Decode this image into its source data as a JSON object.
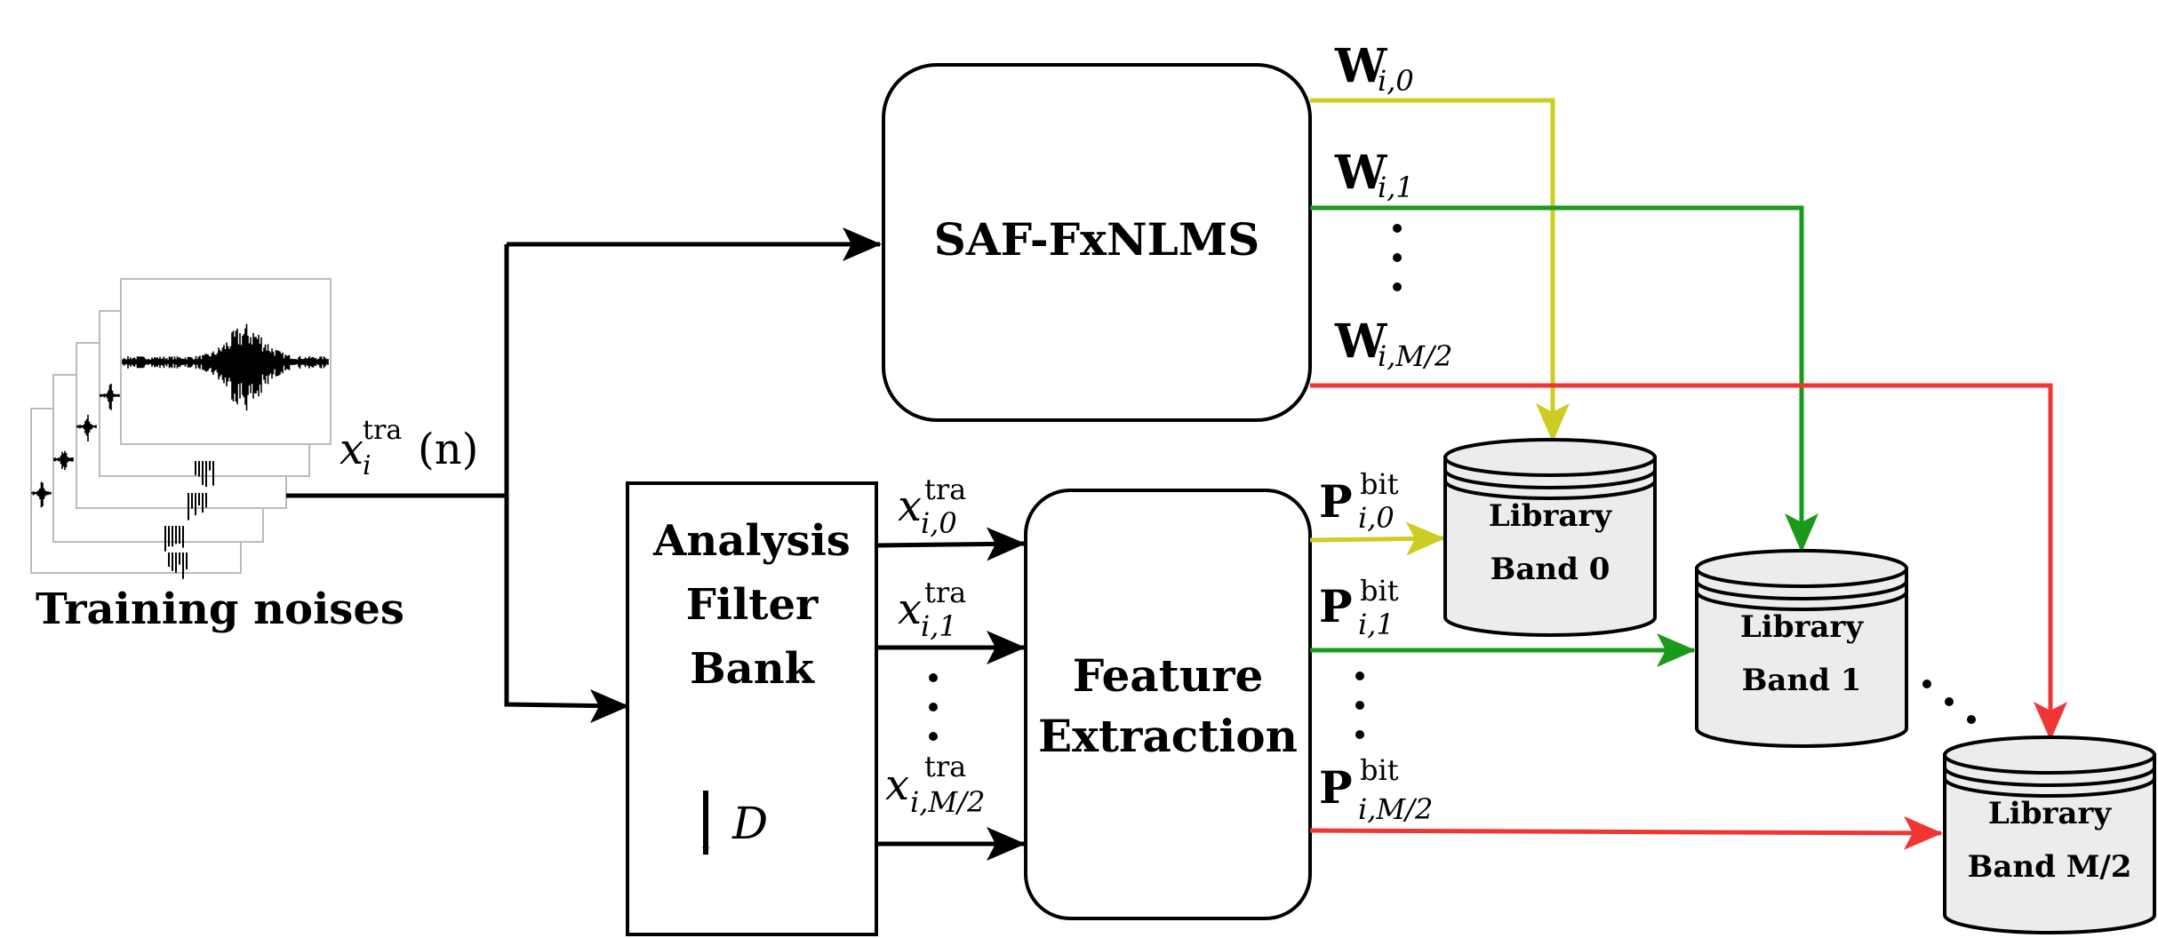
{
  "colors": {
    "black": "#000000",
    "yellow": "#cccc22",
    "green": "#1a9a1a",
    "red": "#f03535",
    "db_fill": "#ececec"
  },
  "inputs": {
    "training_label": "Training noises",
    "signal_main": "x",
    "signal_sup": "tra",
    "signal_sub": "i",
    "signal_arg": "(n)"
  },
  "blocks": {
    "saf_label": "SAF-FxNLMS",
    "afb_line1": "Analysis",
    "afb_line2": "Filter",
    "afb_line3": "Bank",
    "afb_downsample_var": "D",
    "fe_line1": "Feature",
    "fe_line2": "Extraction"
  },
  "weights": [
    {
      "base": "W",
      "sub": "i,0"
    },
    {
      "base": "W",
      "sub": "i,1"
    },
    {
      "base": "W",
      "sub": "i,M/2"
    }
  ],
  "subbands": [
    {
      "base": "x",
      "sup": "tra",
      "sub": "i,0"
    },
    {
      "base": "x",
      "sup": "tra",
      "sub": "i,1"
    },
    {
      "base": "x",
      "sup": "tra",
      "sub": "i,M/2"
    }
  ],
  "features": [
    {
      "base": "P",
      "sup": "bit",
      "sub": "i,0"
    },
    {
      "base": "P",
      "sup": "bit",
      "sub": "i,1"
    },
    {
      "base": "P",
      "sup": "bit",
      "sub": "i,M/2"
    }
  ],
  "libraries": [
    {
      "line1": "Library",
      "line2": "Band 0"
    },
    {
      "line1": "Library",
      "line2": "Band 1"
    },
    {
      "line1": "Library",
      "line2": "Band M/2"
    }
  ]
}
